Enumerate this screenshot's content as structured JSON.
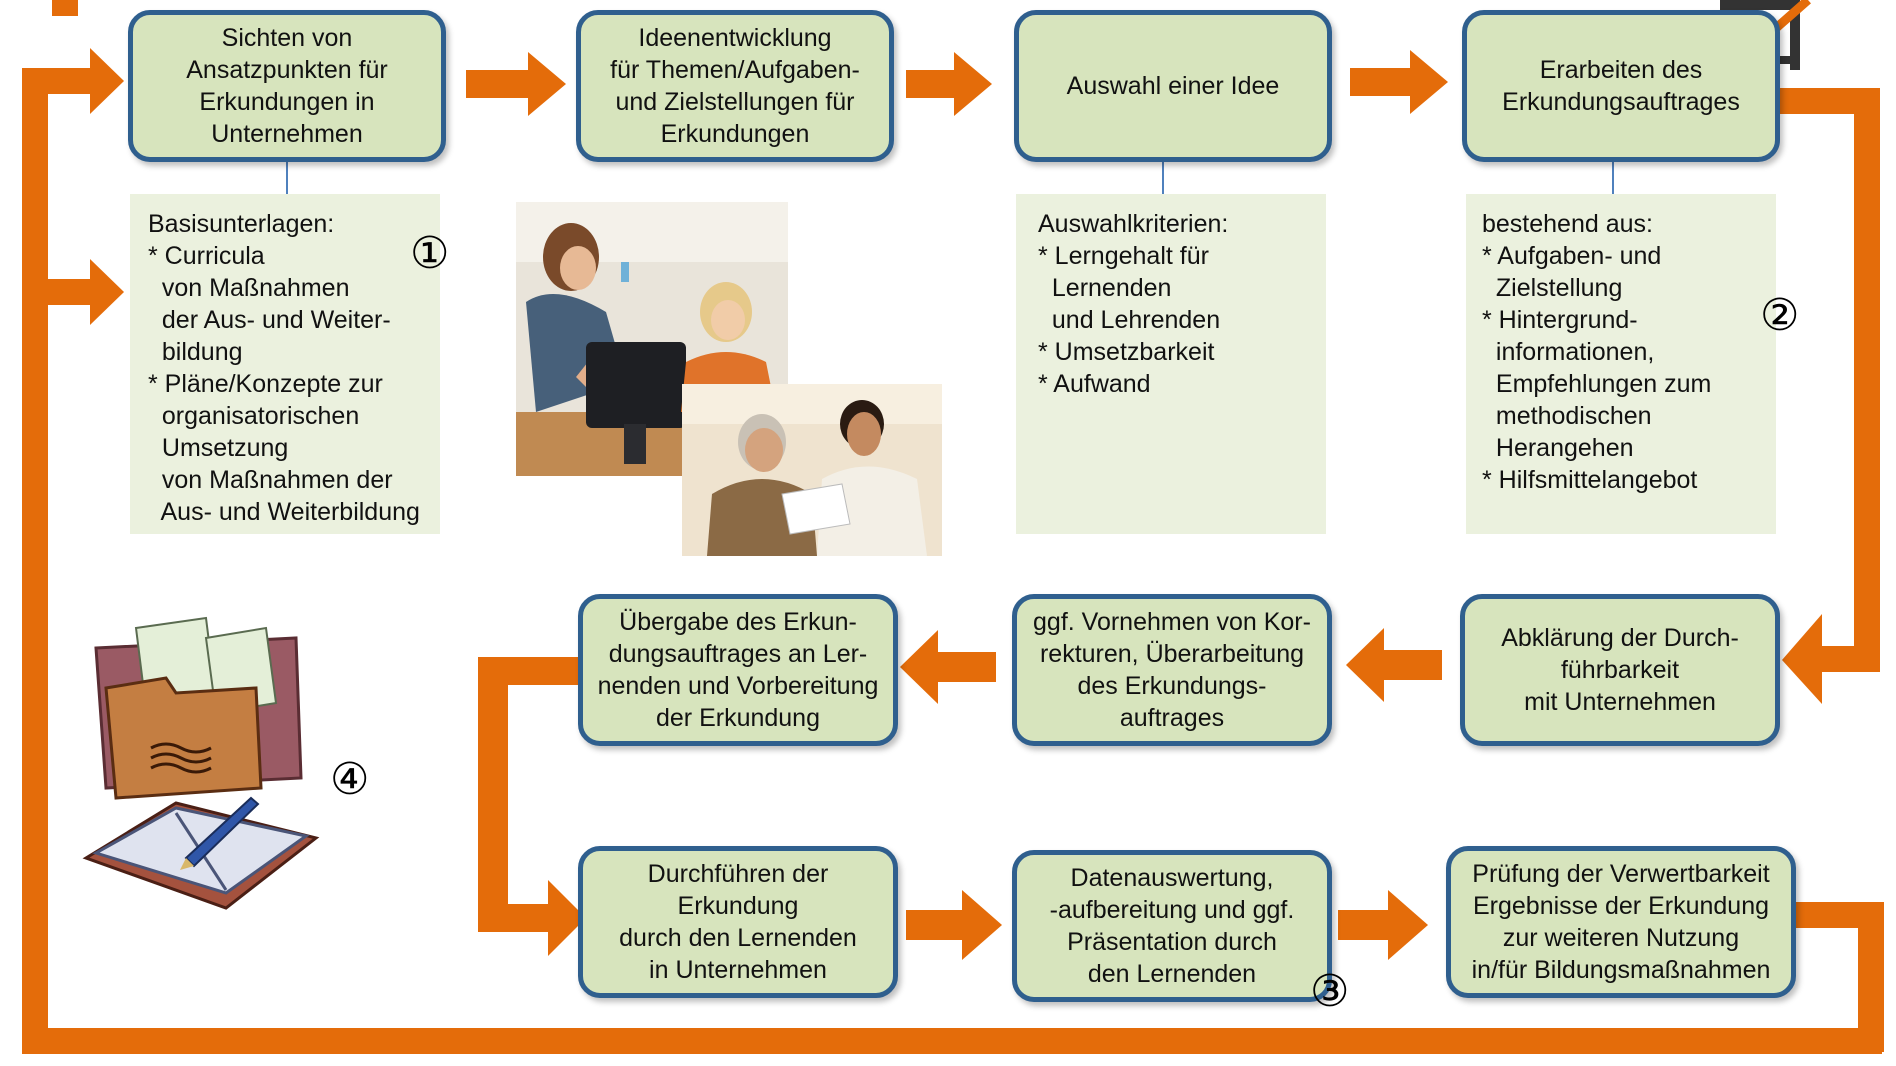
{
  "boxes": {
    "sichten": "Sichten von\nAnsatzpunkten für\nErkundungen in\nUnternehmen",
    "ideen": "Ideenentwicklung\nfür Themen/Aufgaben-\nund Zielstellungen für\nErkundungen",
    "auswahl": "Auswahl einer Idee",
    "erarbeiten": "Erarbeiten des\nErkundungsauftrages",
    "abklaerung": "Abklärung der Durch-\nführbarkeit\nmit Unternehmen",
    "korrekturen": "ggf. Vornehmen von Kor-\nrekturen, Überarbeitung\ndes Erkundungs-\nauftrages",
    "uebergabe": "Übergabe des Erkun-\ndungsauftrages an Ler-\nnenden und Vorbereitung\nder Erkundung",
    "durchfuehren": "Durchführen der\nErkundung\ndurch den Lernenden\nin Unternehmen",
    "datenauswertung": "Datenauswertung,\n-aufbereitung und ggf.\nPräsentation durch\nden Lernenden",
    "pruefung": "Prüfung der Verwertbarkeit\nErgebnisse der Erkundung\nzur  weiteren Nutzung\nin/für Bildungsmaßnahmen"
  },
  "notes": {
    "basis": "Basisunterlagen:\n* Curricula\n  von Maßnahmen\n  der Aus- und Weiter-\n  bildung\n* Pläne/Konzepte zur\n  organisatorischen\n  Umsetzung\n  von Maßnahmen der\n  Aus- und Weiterbildung",
    "kriterien": "Auswahlkriterien:\n* Lerngehalt für\n  Lernenden\n  und Lehrenden\n* Umsetzbarkeit\n* Aufwand",
    "bestehend": "bestehend aus:\n* Aufgaben- und\n  Zielstellung\n* Hintergrund-\n  informationen,\n  Empfehlungen zum\n  methodischen\n  Herangehen\n* Hilfsmittelangebot"
  },
  "markers": {
    "one": "①",
    "two": "②",
    "three": "③",
    "four": "④"
  },
  "colors": {
    "arrow": "#e46c0a",
    "box_fill": "#d7e4bd",
    "box_border": "#2f5f8e",
    "note_fill": "#ebf1de"
  },
  "icons": {
    "photo_top": "women-at-computer-photo",
    "photo_bottom": "men-reviewing-document-photo",
    "clipart": "folder-and-notebook-clipart",
    "logo": "checkmark-logo"
  }
}
